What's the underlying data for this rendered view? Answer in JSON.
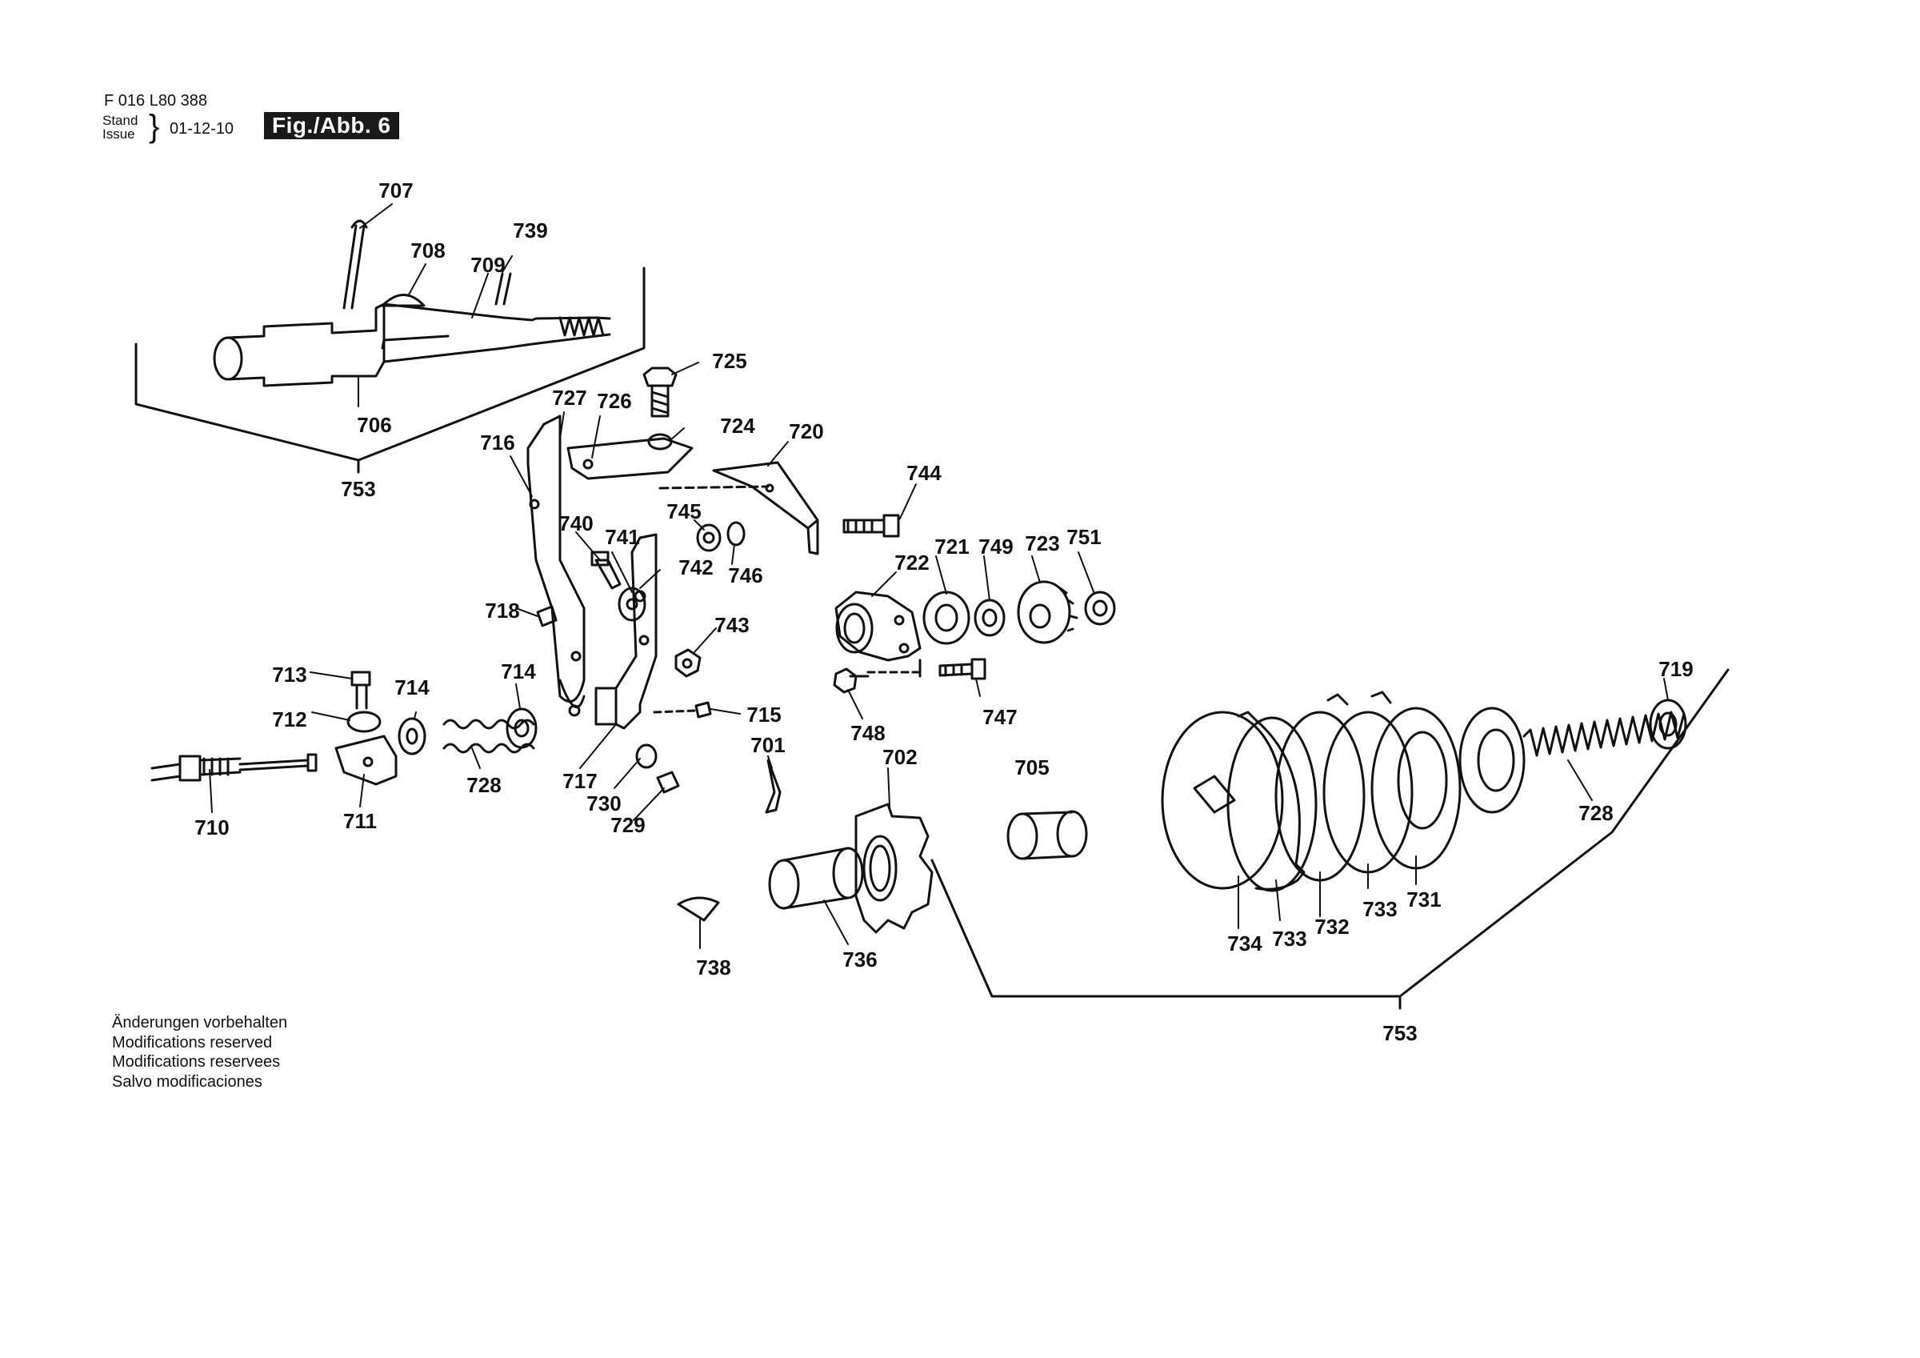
{
  "header": {
    "doc_number": "F 016 L80 388",
    "stand_label": "Stand",
    "issue_label": "Issue",
    "date": "01-12-10",
    "figure": "Fig./Abb. 6"
  },
  "notes": [
    "Änderungen vorbehalten",
    "Modifications reserved",
    "Modifications reservees",
    "Salvo modificaciones"
  ],
  "part_labels": {
    "p707": "707",
    "p708": "708",
    "p739": "739",
    "p709": "709",
    "p706": "706",
    "p753a": "753",
    "p725": "725",
    "p727": "727",
    "p726": "726",
    "p724": "724",
    "p720": "720",
    "p716": "716",
    "p744": "744",
    "p745": "745",
    "p740": "740",
    "p741": "741",
    "p742": "742",
    "p746": "746",
    "p721": "721",
    "p749": "749",
    "p723": "723",
    "p751": "751",
    "p722": "722",
    "p718": "718",
    "p743": "743",
    "p713": "713",
    "p714a": "714",
    "p714b": "714",
    "p712": "712",
    "p715": "715",
    "p748": "748",
    "p747": "747",
    "p719": "719",
    "p701": "701",
    "p702": "702",
    "p705": "705",
    "p710": "710",
    "p711": "711",
    "p728a": "728",
    "p717": "717",
    "p730": "730",
    "p729": "729",
    "p728b": "728",
    "p734": "734",
    "p733a": "733",
    "p732": "732",
    "p733b": "733",
    "p731": "731",
    "p738": "738",
    "p736": "736",
    "p753b": "753"
  }
}
